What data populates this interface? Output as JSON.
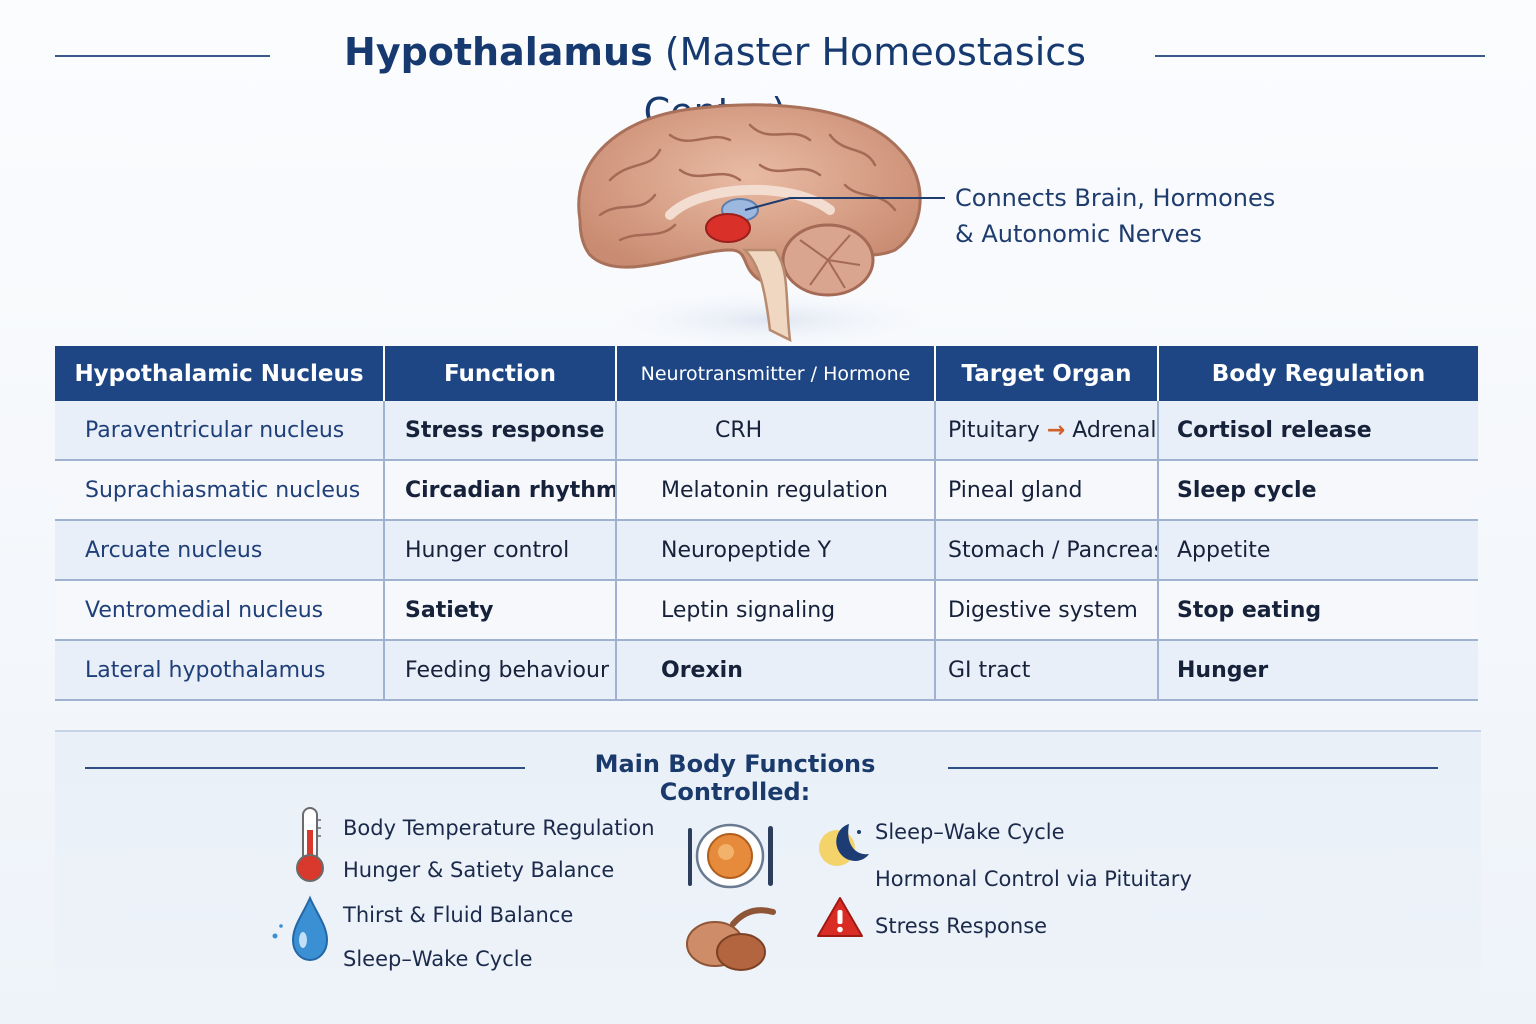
{
  "title": {
    "bold": "Hypothalamus",
    "rest": "(Master Homeostasics Center)"
  },
  "callout": {
    "line1": "Connects Brain, Hormones",
    "line2": "& Autonomic Nerves"
  },
  "table": {
    "headers": [
      "Hypothalamic Nucleus",
      "Function",
      "Neurotransmitter / Hormone",
      "Target Organ",
      "Body Regulation"
    ],
    "rows": [
      [
        "Paraventricular nucleus",
        "Stress response",
        "CRH",
        "Pituitary → Adrenal",
        "Cortisol release"
      ],
      [
        "Suprachiasmatic nucleus",
        "Circadian rhythm",
        "Melatonin regulation",
        "Pineal gland",
        "Sleep cycle"
      ],
      [
        "Arcuate nucleus",
        "Hunger control",
        "Neuropeptide Y",
        "Stomach / Pancreas",
        "Appetite"
      ],
      [
        "Ventromedial nucleus",
        "Satiety",
        "Leptin signaling",
        "Digestive system",
        "Stop eating"
      ],
      [
        "Lateral hypothalamus",
        "Feeding behaviour",
        "Orexin",
        "GI tract",
        "Hunger"
      ]
    ],
    "target_first_row": {
      "left": "Pituitary",
      "right": "Adrenal"
    }
  },
  "functions": {
    "title": "Main Body Functions Controlled:",
    "left": [
      "Body Temperature Regulation",
      "Hunger & Satiety Balance",
      "Thirst & Fluid Balance",
      "Sleep–Wake Cycle"
    ],
    "right": [
      "Sleep–Wake Cycle",
      "Hormonal Control via Pituitary",
      "Stress Response"
    ],
    "icons": [
      "thermometer-icon",
      "water-drop-icon",
      "plate-icon",
      "organ-icon",
      "moon-icon",
      "warning-icon"
    ]
  },
  "colors": {
    "header": "#1e4684",
    "title": "#163a70",
    "accent": "#d0602a"
  }
}
